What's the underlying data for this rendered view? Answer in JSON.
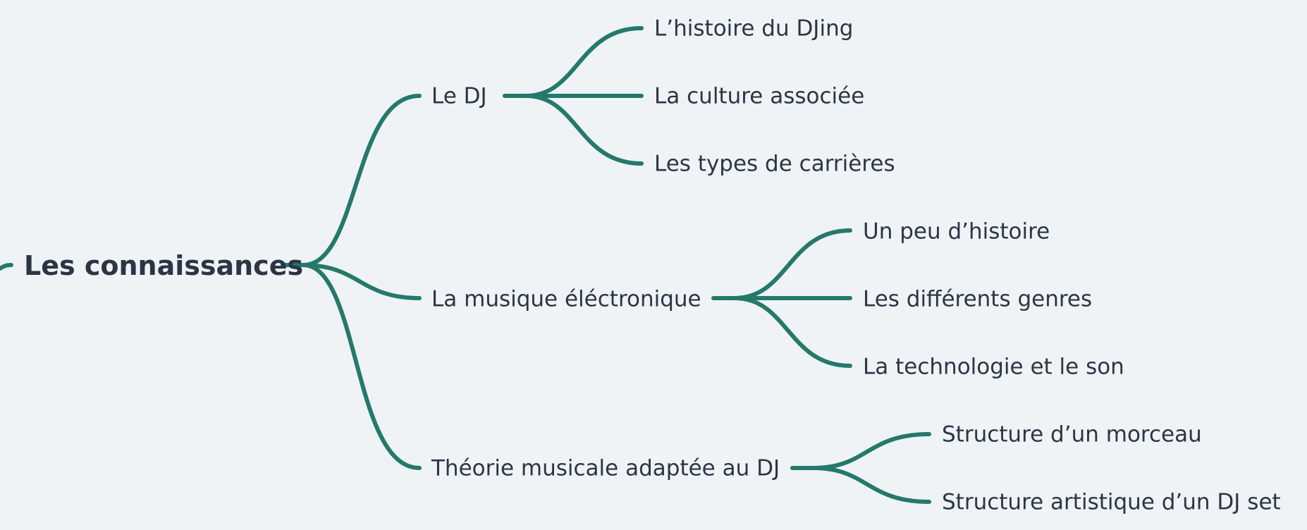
{
  "mindmap": {
    "root": {
      "label": "Les connaissances"
    },
    "branches": [
      {
        "label": "Le DJ",
        "children": [
          {
            "label": "L’histoire du DJing"
          },
          {
            "label": "La culture associée"
          },
          {
            "label": "Les types de carrières"
          }
        ]
      },
      {
        "label": "La musique éléctronique",
        "children": [
          {
            "label": "Un peu d’histoire"
          },
          {
            "label": "Les différents genres"
          },
          {
            "label": "La technologie et le son"
          }
        ]
      },
      {
        "label": "Théorie musicale adaptée au DJ",
        "children": [
          {
            "label": "Structure d’un morceau"
          },
          {
            "label": "Structure artistique d’un DJ set"
          }
        ]
      }
    ],
    "colors": {
      "background": "#eff3f6",
      "link": "#24796a",
      "text": "#2c3544"
    }
  }
}
